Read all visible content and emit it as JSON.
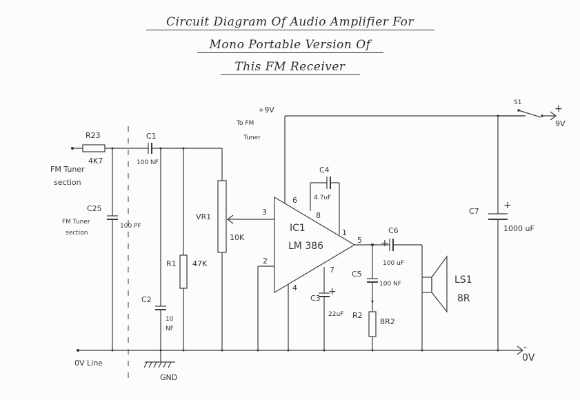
{
  "title": {
    "line1": "Circuit Diagram Of Audio Amplifier For",
    "line2": "Mono Portable Version Of",
    "line3": "This FM Receiver"
  },
  "labels": {
    "plus9v_top": "+9V",
    "to_fm": "To FM",
    "tuner": "Tuner",
    "s1": "S1",
    "plus": "+",
    "nine_v": "9V",
    "r23": "R23",
    "r23_val": "4K7",
    "fm_tuner_1": "FM Tuner",
    "section_1": "section",
    "c25": "C25",
    "fm_tuner_2": "FM Tuner",
    "section_2": "section",
    "c25_val": "100 PF",
    "c1": "C1",
    "c1_val": "100 NF",
    "c2": "C2",
    "c2_val_a": "10",
    "c2_val_b": "NF",
    "r1": "R1",
    "r1_val": "47K",
    "vr1": "VR1",
    "vr1_val": "10K",
    "ic1": "IC1",
    "ic_part": "LM 386",
    "pin6": "6",
    "pin8": "8",
    "pin1": "1",
    "pin3": "3",
    "pin2": "2",
    "pin5": "5",
    "pin7": "7",
    "pin4": "4",
    "c4": "C4",
    "c4_val": "4.7uF",
    "c3": "C3",
    "c3_val": "22uF",
    "c3_plus": "+",
    "c5": "C5",
    "c5_val": "100 NF",
    "r2": "R2",
    "r2_val": "8R2",
    "c6": "C6",
    "c6_plus": "+",
    "c6_val": "100 uF",
    "ls1": "LS1",
    "ls1_val": "8R",
    "c7": "C7",
    "c7_plus": "+",
    "c7_val": "1000 uF",
    "ov_line": "0V Line",
    "gnd": "GND",
    "ov": "0V",
    "ov_minus": "-"
  },
  "colors": {
    "ink": "#3a3a3a",
    "paper": "#fcfcfb"
  }
}
